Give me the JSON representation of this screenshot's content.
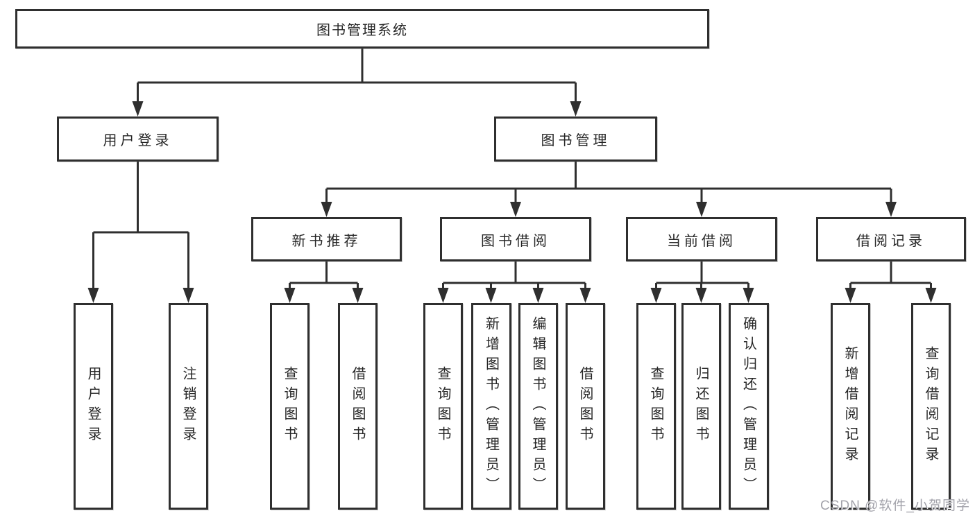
{
  "tree": {
    "root": {
      "label": "图书管理系统"
    },
    "branches": [
      {
        "label": "用户登录",
        "children": [
          {
            "label": "用户登录"
          },
          {
            "label": "注销登录"
          }
        ]
      },
      {
        "label": "图书管理",
        "children": [
          {
            "label": "新书推荐",
            "children": [
              {
                "label": "查询图书"
              },
              {
                "label": "借阅图书"
              }
            ]
          },
          {
            "label": "图书借阅",
            "children": [
              {
                "label": "查询图书"
              },
              {
                "label": "新增图书（管理员）"
              },
              {
                "label": "编辑图书（管理员）"
              },
              {
                "label": "借阅图书"
              }
            ]
          },
          {
            "label": "当前借阅",
            "children": [
              {
                "label": "查询图书"
              },
              {
                "label": "归还图书"
              },
              {
                "label": "确认归还（管理员）"
              }
            ]
          },
          {
            "label": "借阅记录",
            "children": [
              {
                "label": "新增借阅记录"
              },
              {
                "label": "查询借阅记录"
              }
            ]
          }
        ]
      }
    ]
  },
  "watermark": "CSDN @软件_小贺同学",
  "colors": {
    "line": "#2f2f2f",
    "box_border": "#2f2f2f",
    "text": "#262626",
    "watermark": "#a2a2aa",
    "background": "#ffffff"
  }
}
